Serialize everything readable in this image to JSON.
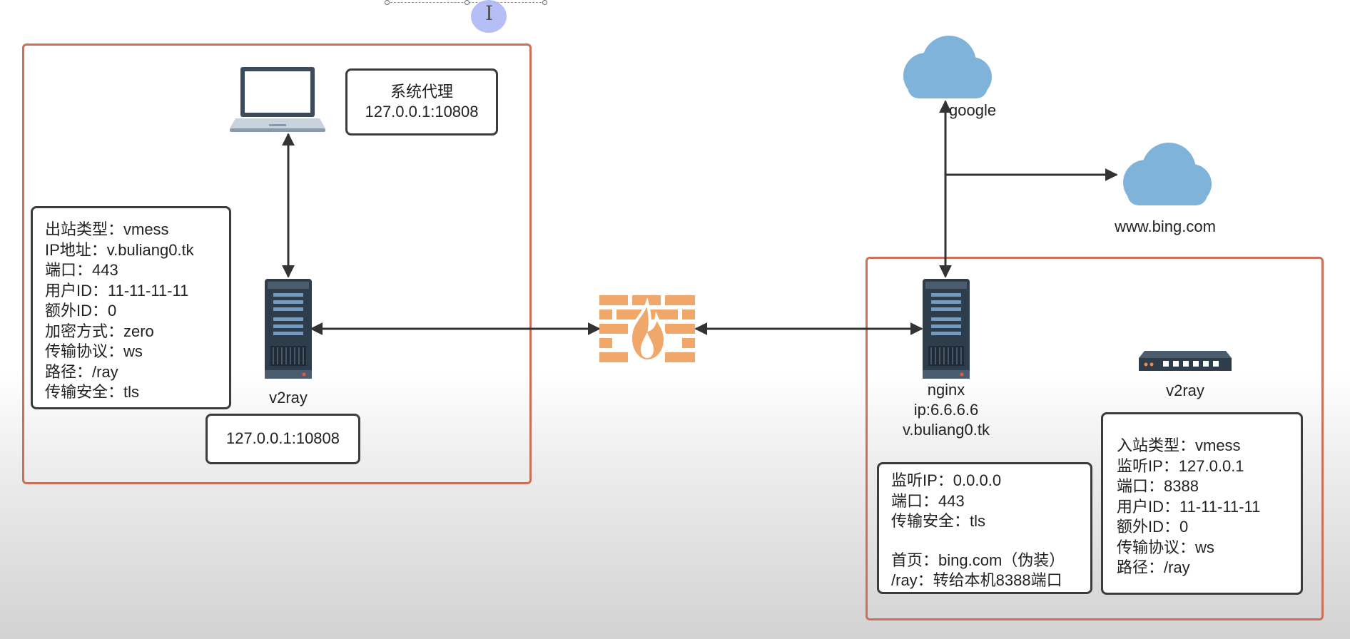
{
  "client": {
    "proxy_box": [
      "系统代理",
      "127.0.0.1:10808"
    ],
    "outbound_config": [
      "出站类型：vmess",
      "IP地址：v.buliang0.tk",
      "端口：443",
      "用户ID：11-11-11-11",
      "额外ID：0",
      "加密方式：zero",
      "传输协议：ws",
      "路径：/ray",
      "传输安全：tls"
    ],
    "server_label": "v2ray",
    "local_port": "127.0.0.1:10808"
  },
  "destinations": {
    "google_label": "google",
    "bing_label": "www.bing.com"
  },
  "server": {
    "nginx_labels": [
      "nginx",
      "ip:6.6.6.6",
      "v.buliang0.tk"
    ],
    "v2ray_label": "v2ray",
    "nginx_config": [
      "监听IP：0.0.0.0",
      "端口：443",
      "传输安全：tls",
      "",
      "首页：bing.com（伪装）",
      "/ray：转给本机8388端口"
    ],
    "inbound_config": [
      "入站类型：vmess",
      "监听IP：127.0.0.1",
      "端口：8388",
      "用户ID：11-11-11-11",
      "额外ID：0",
      "传输协议：ws",
      "路径：/ray"
    ]
  },
  "colors": {
    "group_border": "#c9715a",
    "box_border": "#3c3c3c",
    "cloud": "#7fb3d9",
    "firewall": "#f0a86a",
    "server_body": "#2e3d4c",
    "arrow": "#333333"
  },
  "icons": [
    "laptop-icon",
    "server-icon",
    "firewall-icon",
    "cloud-icon",
    "network-switch-icon"
  ]
}
